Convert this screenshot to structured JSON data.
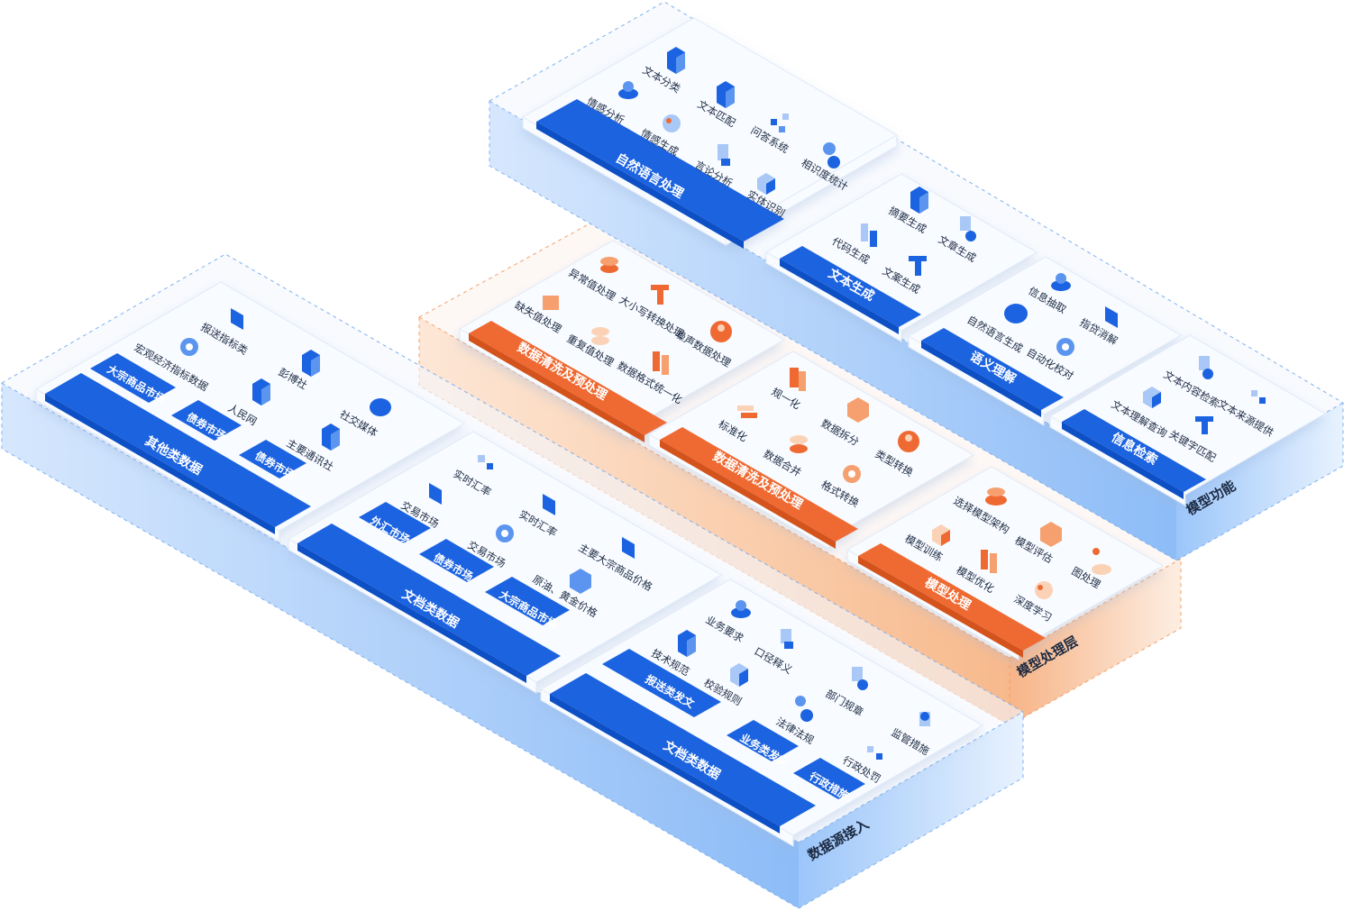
{
  "layers": {
    "model_function": "模型功能",
    "model_processing": "模型处理层",
    "data_source": "数据源接入"
  },
  "model_function": {
    "nlp": {
      "band": "自然语言处理",
      "items": [
        "文本分类",
        "情感分析",
        "文本匹配",
        "情感生成",
        "问答系统",
        "言论分析",
        "相识度统计",
        "实体识别"
      ]
    },
    "text_gen": {
      "band": "文本生成",
      "items": [
        "摘要生成",
        "代码生成",
        "文章生成",
        "文案生成"
      ]
    },
    "semantic": {
      "band": "语义理解",
      "items": [
        "信息抽取",
        "自然语言生成",
        "指贷消解",
        "自动化校对"
      ]
    },
    "retrieval": {
      "band": "信息检索",
      "items": [
        "文本内容检索",
        "文本理解查询",
        "文本来源提供",
        "关键字匹配"
      ]
    }
  },
  "model_processing": {
    "clean1": {
      "band": "数据清洗及预处理",
      "items": [
        "异常值处理",
        "缺失值处理",
        "大小写转换处理",
        "重复值处理",
        "噪声数据处理",
        "数据格式统一化"
      ]
    },
    "clean2": {
      "band": "数据清洗及预处理",
      "items": [
        "规一化",
        "标准化",
        "数据拆分",
        "数据合并",
        "类型转换",
        "格式转换"
      ]
    },
    "model": {
      "band": "模型处理",
      "items": [
        "选择模型架构",
        "模型训练",
        "模型评估",
        "模型优化",
        "图处理",
        "深度学习"
      ]
    }
  },
  "data_source": {
    "other": {
      "band": "其他类数据",
      "sub_bands": [
        "大宗商品市场",
        "债券市场",
        "债券市场"
      ],
      "items": [
        "报送指标类",
        "宏观经济指标数据",
        "彭博社",
        "人民网",
        "社交媒体",
        "主要通讯社"
      ]
    },
    "doc1": {
      "band": "文档类数据",
      "sub_bands": [
        "外汇市场",
        "债券市场",
        "大宗商品市场"
      ],
      "items": [
        "实时汇率",
        "交易市场",
        "实时汇率",
        "交易市场",
        "主要大宗商品价格",
        "原油、黄金价格"
      ]
    },
    "doc2": {
      "band": "文档类数据",
      "sub_bands": [
        "报送类发文",
        "业务类发文",
        "行政措施"
      ],
      "items": [
        "业务要求",
        "技术规范",
        "口径释义",
        "校验规则",
        "部门规章",
        "法律法规",
        "监管措施",
        "行政处罚"
      ]
    }
  },
  "colors": {
    "primary_blue": "#1b63e0",
    "primary_orange": "#ef6a33",
    "slab_blue": "#b9d5fb",
    "slab_orange": "#f9c7a3"
  }
}
